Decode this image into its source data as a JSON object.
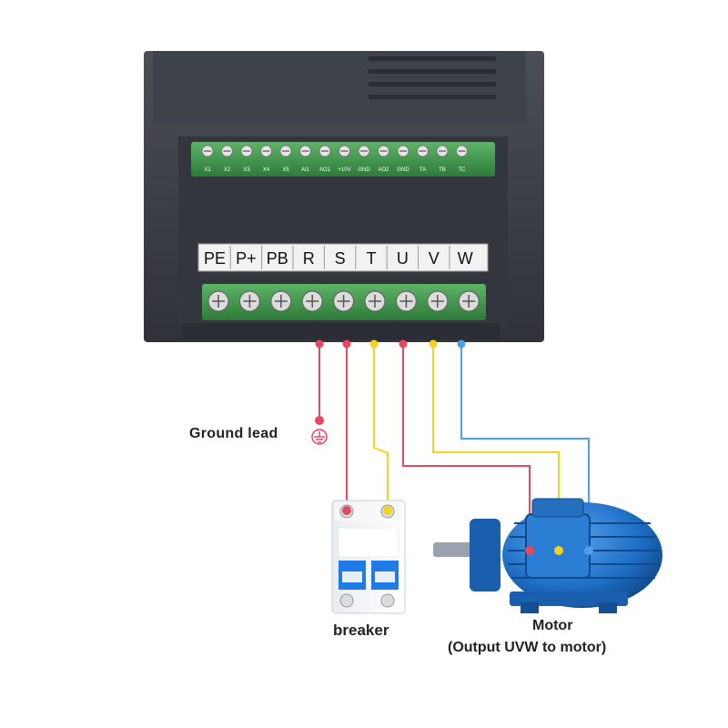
{
  "inverter": {
    "power_terminals": [
      "PE",
      "P+",
      "PB",
      "R",
      "S",
      "T",
      "U",
      "V",
      "W"
    ],
    "control_terminals": [
      "X1",
      "X2",
      "X3",
      "X4",
      "X5",
      "AI1",
      "AO1",
      "+10V",
      "GND",
      "AO2",
      "GND",
      "TA",
      "TB",
      "TC"
    ]
  },
  "labels": {
    "ground": "Ground lead",
    "breaker": "breaker",
    "motor": "Motor",
    "motor_note": "(Output UVW to motor)"
  },
  "wires": [
    {
      "id": "ground",
      "color": "#e8485f"
    },
    {
      "id": "breaker-1",
      "color": "#e8485f"
    },
    {
      "id": "breaker-2",
      "color": "#f5d21e"
    },
    {
      "id": "motor-u",
      "color": "#e8485f"
    },
    {
      "id": "motor-v",
      "color": "#f5d21e"
    },
    {
      "id": "motor-w",
      "color": "#4aa3e8"
    }
  ],
  "colors": {
    "red": "#e8485f",
    "yellow": "#f5d21e",
    "blue": "#4aa3e8",
    "terminal_green": "#3a8f48",
    "housing": "#3b3f46",
    "motor_blue": "#1f6fc7"
  }
}
